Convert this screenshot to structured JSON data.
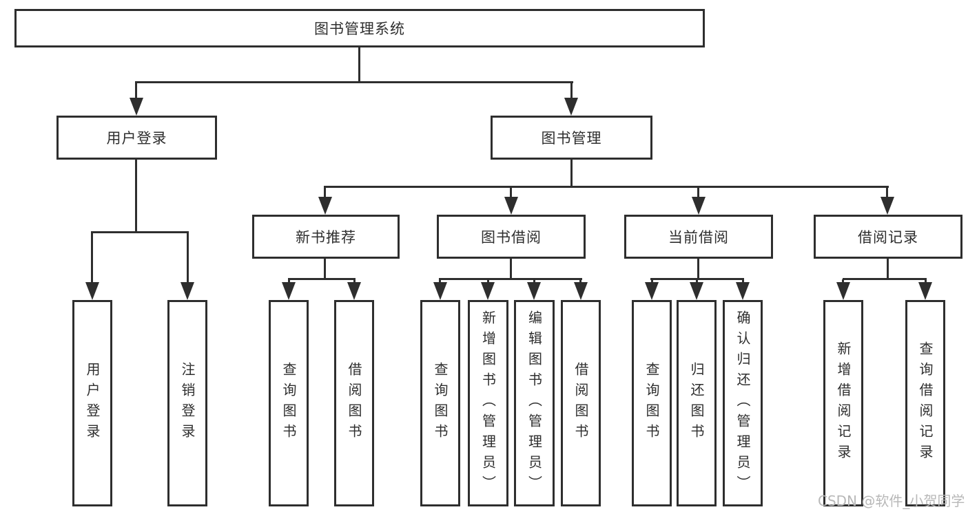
{
  "colors": {
    "line": "#2e2e2e",
    "text": "#2e2e2e",
    "watermark": "#b8b8b8",
    "background": "#ffffff"
  },
  "watermark": {
    "text": "CSDN @软件_小贺同学"
  },
  "diagram": {
    "root": "图书管理系统",
    "level2": {
      "user_login": "用户登录",
      "book_mgmt": "图书管理"
    },
    "level3": {
      "new_books": "新书推荐",
      "book_borrow": "图书借阅",
      "current_borrow": "当前借阅",
      "borrow_records": "借阅记录"
    },
    "leaves": {
      "user_login": [
        "用户登录",
        "注销登录"
      ],
      "new_books": [
        "查询图书",
        "借阅图书"
      ],
      "book_borrow": [
        "查询图书",
        "新增图书（管理员）",
        "编辑图书（管理员）",
        "借阅图书"
      ],
      "current_borrow": [
        "查询图书",
        "归还图书",
        "确认归还（管理员）"
      ],
      "borrow_records": [
        "新增借阅记录",
        "查询借阅记录"
      ]
    }
  }
}
